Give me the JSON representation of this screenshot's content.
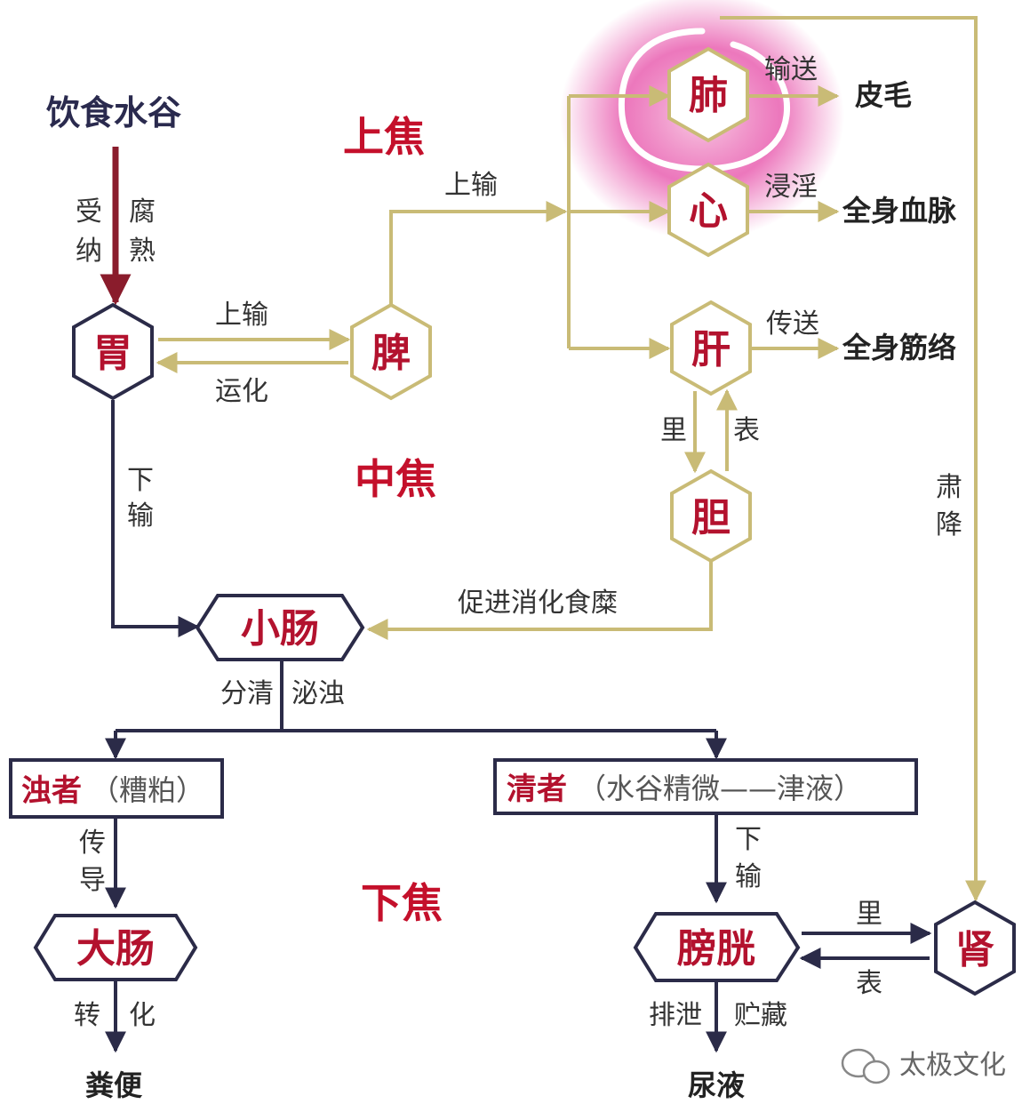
{
  "colors": {
    "dark_arrow": "#2b2b48",
    "gold_arrow": "#c9bb76",
    "organ_text": "#b3122e",
    "zone_text": "#c4102b",
    "glow": "#e01a8c",
    "start_arrow": "#8a1c2c"
  },
  "start": {
    "label": "饮食水谷",
    "left": [
      "受",
      "纳"
    ],
    "right": [
      "腐",
      "熟"
    ]
  },
  "zones": {
    "upper": "上焦",
    "middle": "中焦",
    "lower": "下焦"
  },
  "organs": {
    "stomach": "胃",
    "spleen": "脾",
    "lung": "肺",
    "heart": "心",
    "liver": "肝",
    "gallbladder": "胆",
    "small_intestine": "小肠",
    "large_intestine": "大肠",
    "bladder": "膀胱",
    "kidney": "肾"
  },
  "edges": {
    "stomach_spleen_top": "上输",
    "stomach_spleen_bottom": "运化",
    "spleen_up": "上输",
    "lung_out": "输送",
    "heart_out": "浸淫",
    "liver_out": "传送",
    "liver_gb_down": "里",
    "liver_gb_up": "表",
    "stomach_down": [
      "下",
      "输"
    ],
    "gb_to_si": "促进消化食糜",
    "si_left": "分清",
    "si_right": "泌浊",
    "lung_to_kidney": [
      "肃",
      "降"
    ],
    "turbid_down": [
      "传",
      "导"
    ],
    "clear_down": [
      "下",
      "输"
    ],
    "bladder_kidney_top": "里",
    "bladder_kidney_bottom": "表",
    "li_left": "转",
    "li_right": "化",
    "bladder_left": "排泄",
    "bladder_right": "贮藏"
  },
  "outputs": {
    "lung": "皮毛",
    "heart": "全身血脉",
    "liver": "全身筋络",
    "large_intestine": "粪便",
    "bladder": "尿液"
  },
  "boxes": {
    "turbid_title": "浊者",
    "turbid_sub": "（糟粕）",
    "clear_title": "清者",
    "clear_sub": "（水谷精微——津液）"
  },
  "watermark": "太极文化"
}
